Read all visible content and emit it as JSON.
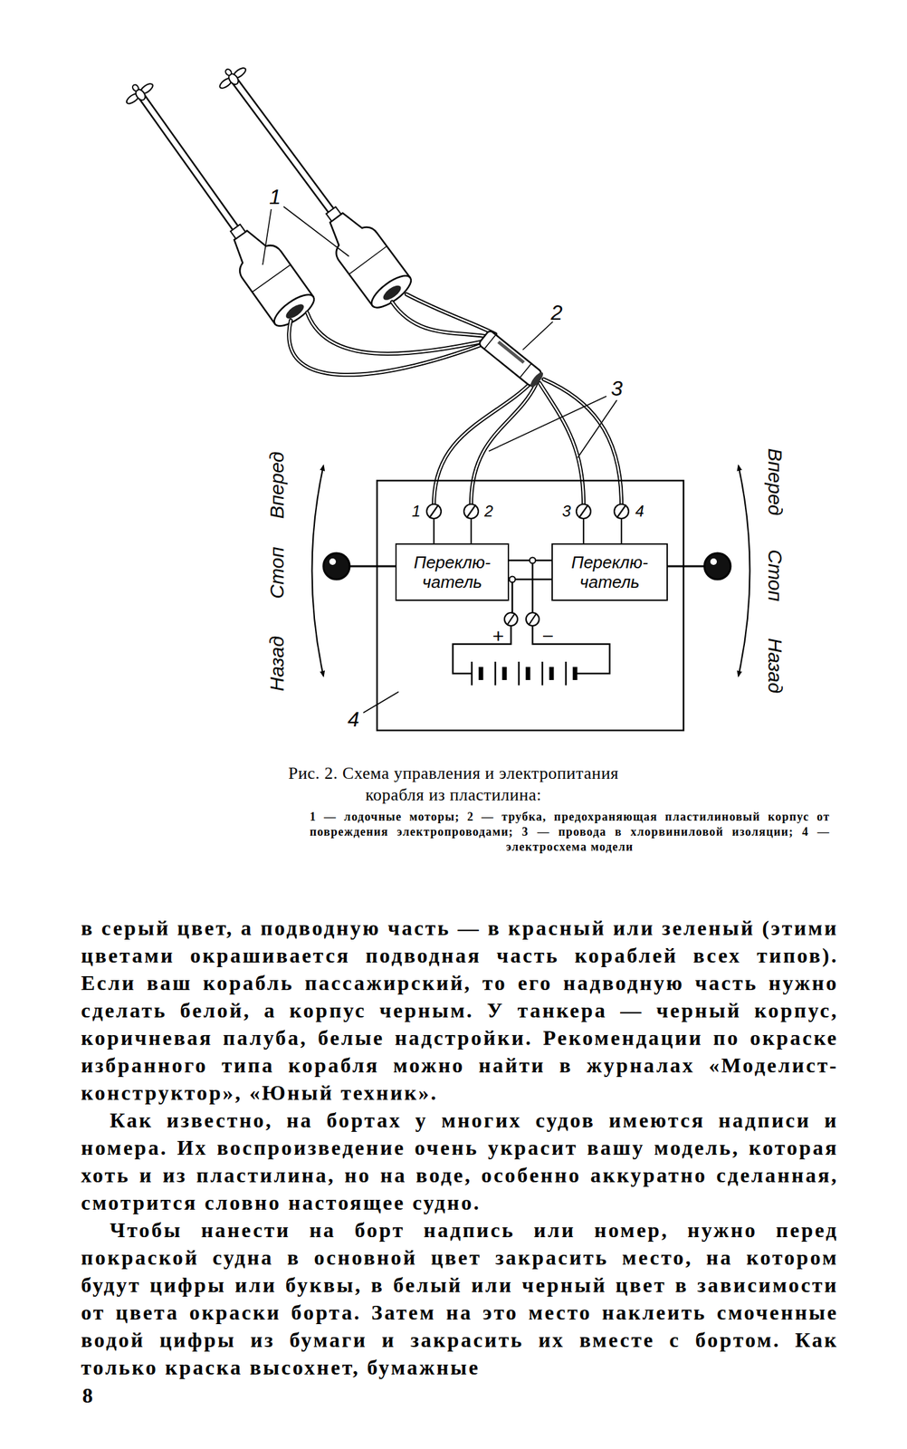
{
  "diagram": {
    "caption": "Рис. 2. Схема управления и электропитания корабля из пластилина:",
    "nodes": [
      {
        "text": [
          "Переклю- чатель"
        ]
      },
      {
        "text": [
          "Переклю- чатель"
        ]
      }
    ],
    "edges": [
      {
        "from": 0,
        "to": 1,
        "arrow": "none"
      },
      {
        "from": 0,
        "to": 1,
        "arrow": "none"
      }
    ],
    "labels": [
      "1",
      "2",
      "3",
      "4",
      "Вперед",
      "Стоп",
      "Назад",
      "Вперед",
      "Стоп",
      "Назад",
      "1",
      "2",
      "3",
      "4",
      "+",
      "−",
      "1 — лодочные моторы; 2 — трубка, предохраняющая пластилиновый корпус от повреждения электропроводами; 3 — провода в хлорвиниловой изоляции; 4 — электросхема модели",
      "в серый цвет, а подводную часть — в красный или зеленый (этими цветами окрашивается подводная часть кораблей всех типов). Если ваш корабль пассажирский, то его надводную часть нужно сделать белой, а корпус черным. У танкера — черный корпус, коричневая палуба, белые надстройки. Рекомендации по окраске избранного типа корабля можно найти в журналах «Моделист-конструктор», «Юный техник».",
      "Как известно, на бортах у многих судов имеются надписи и номера. Их воспроизведение очень украсит вашу модель, которая хоть и из пластилина, но на воде, особенно аккуратно сделанная, смотрится словно настоящее судно.",
      "Чтобы нанести на борт надпись или номер, нужно перед покраской судна в основной цвет закрасить место, на котором будут цифры или буквы, в белый или черный цвет в зависимости от цвета окраски борта. Затем на это место наклеить смоченные водой цифры из бумаги и закрасить их вместе с бортом. Как только краска высохнет, бумажные",
      "8"
    ]
  }
}
